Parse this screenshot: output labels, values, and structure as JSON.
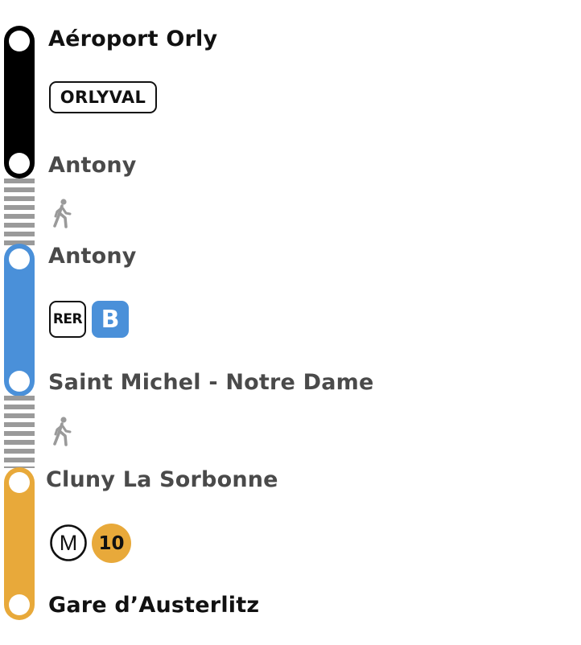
{
  "colors": {
    "orlyval_line": "#000000",
    "rer_b_line": "#4a90d9",
    "metro_10_line": "#e8a93a",
    "walk_transfer": "#9a9a9a",
    "station_dark": "#111111",
    "station_grey": "#4a4a4a"
  },
  "legs": [
    {
      "from": "Aéroport Orly",
      "badge": "ORLYVAL",
      "to": "Antony"
    },
    {
      "transfer": "walk",
      "icon": "walk-icon"
    },
    {
      "from": "Antony",
      "network_badge": "RER",
      "line_badge": "B",
      "to": "Saint Michel - Notre Dame"
    },
    {
      "transfer": "walk",
      "icon": "walk-icon"
    },
    {
      "from": "Cluny La Sorbonne",
      "network_badge": "M",
      "line_badge": "10",
      "to": "Gare d’Austerlitz"
    }
  ]
}
